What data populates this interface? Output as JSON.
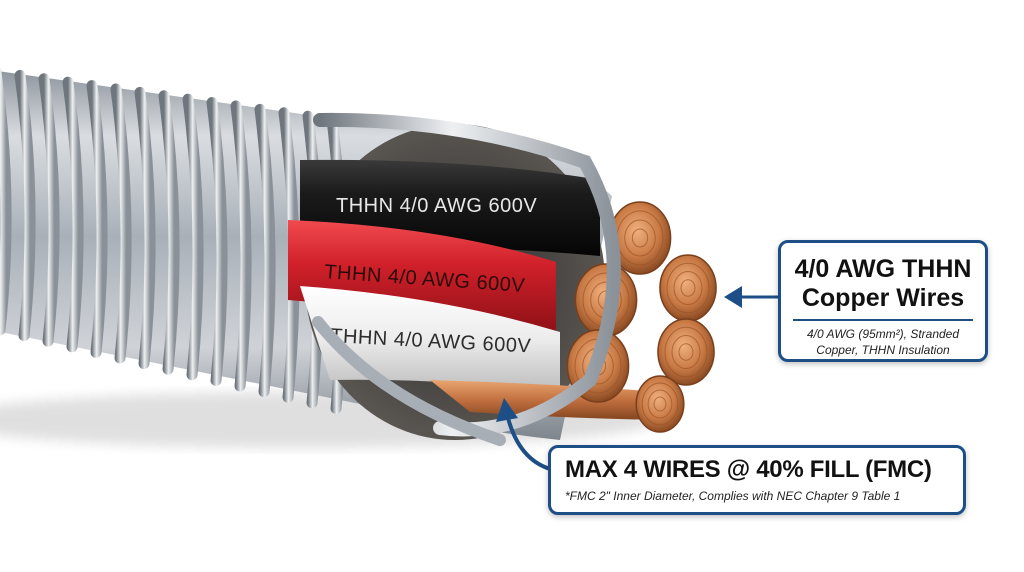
{
  "wires": [
    {
      "color": "black",
      "label": "THHN  4/0 AWG  600V"
    },
    {
      "color": "red",
      "label": "THHN  4/0 AWG  600V"
    },
    {
      "color": "white",
      "label": "THHN  4/0 AWG  600V"
    }
  ],
  "colors": {
    "callout_border": "#1d4f86",
    "conduit_steel": "#b9bfc6",
    "copper": "#c97a45",
    "wire_black": "#151515",
    "wire_red": "#d0202a",
    "wire_white": "#ececec"
  },
  "callouts": {
    "copper": {
      "title_line1": "4/0 AWG THHN",
      "title_line2": "Copper Wires",
      "detail_line1": "4/0 AWG (95mm²), Stranded",
      "detail_line2": "Copper, THHN Insulation"
    },
    "fill": {
      "title": "MAX 4 WIRES @ 40% FILL (FMC)",
      "detail": "*FMC 2\" Inner Diameter, Complies with NEC Chapter 9 Table 1"
    }
  }
}
